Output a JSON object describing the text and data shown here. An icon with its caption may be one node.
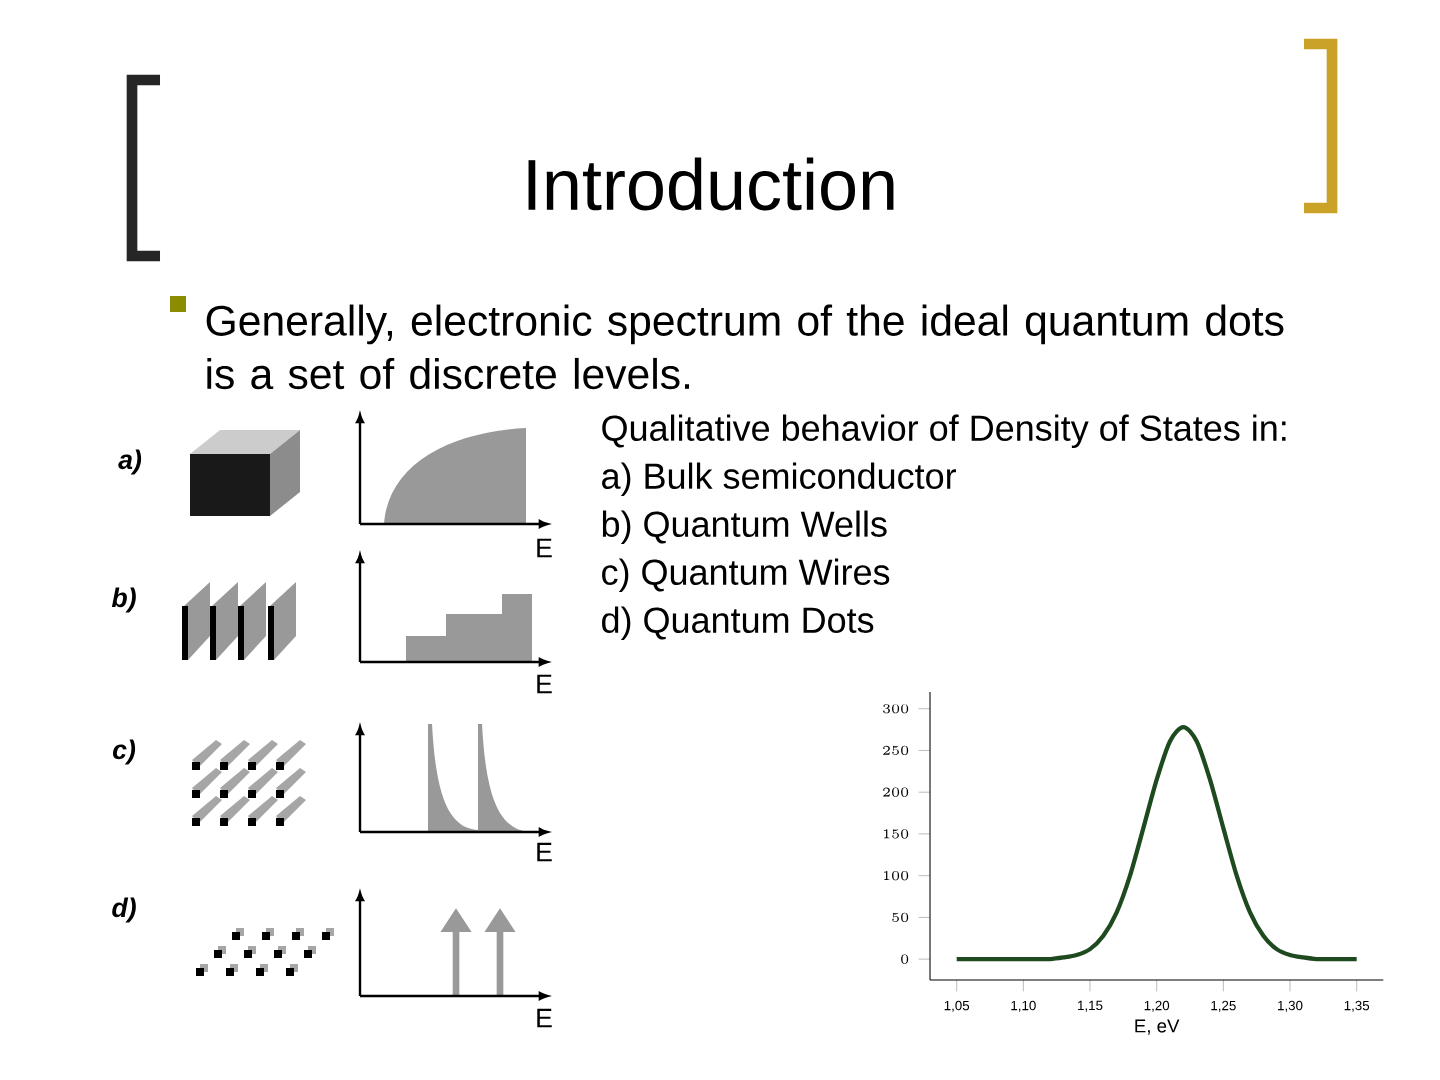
{
  "diagram": {
    "title": "Introduction",
    "labels": [
      "Generally, electronic spectrum of the ideal quantum dots is a set of discrete levels.",
      "Qualitative behavior of Density of States in:",
      "a) Bulk semiconductor",
      "b) Quantum Wells",
      "c) Quantum Wires",
      "d) Quantum Dots",
      "a)",
      "E",
      "b)",
      "E",
      "c)",
      "E",
      "d)",
      "E"
    ],
    "chart_data": {
      "type": "line",
      "xlabel": "E, eV",
      "x": [
        1.05,
        1.06,
        1.07,
        1.08,
        1.09,
        1.1,
        1.11,
        1.12,
        1.13,
        1.14,
        1.15,
        1.16,
        1.17,
        1.18,
        1.19,
        1.2,
        1.21,
        1.22,
        1.23,
        1.24,
        1.25,
        1.26,
        1.27,
        1.28,
        1.29,
        1.3,
        1.31,
        1.32,
        1.33,
        1.34,
        1.35
      ],
      "series": [
        {
          "color": "#1f4a1f",
          "values": [
            0,
            0,
            0,
            0,
            0,
            0,
            0,
            0,
            2,
            5,
            12,
            28,
            56,
            100,
            157,
            215,
            261,
            278,
            261,
            215,
            157,
            100,
            56,
            28,
            12,
            5,
            2,
            0,
            0,
            0,
            0
          ]
        }
      ],
      "xlim": [
        1.03,
        1.37
      ],
      "ylim": [
        -25,
        320
      ],
      "xticks": [
        {
          "value": 1.05,
          "label": "1,05"
        },
        {
          "value": 1.1,
          "label": "1,10"
        },
        {
          "value": 1.15,
          "label": "1,15"
        },
        {
          "value": 1.2,
          "label": "1,20"
        },
        {
          "value": 1.25,
          "label": "1,25"
        },
        {
          "value": 1.3,
          "label": "1,30"
        },
        {
          "value": 1.35,
          "label": "1,35"
        }
      ],
      "yticks": [
        0,
        50,
        100,
        150,
        200,
        250,
        300
      ]
    }
  }
}
